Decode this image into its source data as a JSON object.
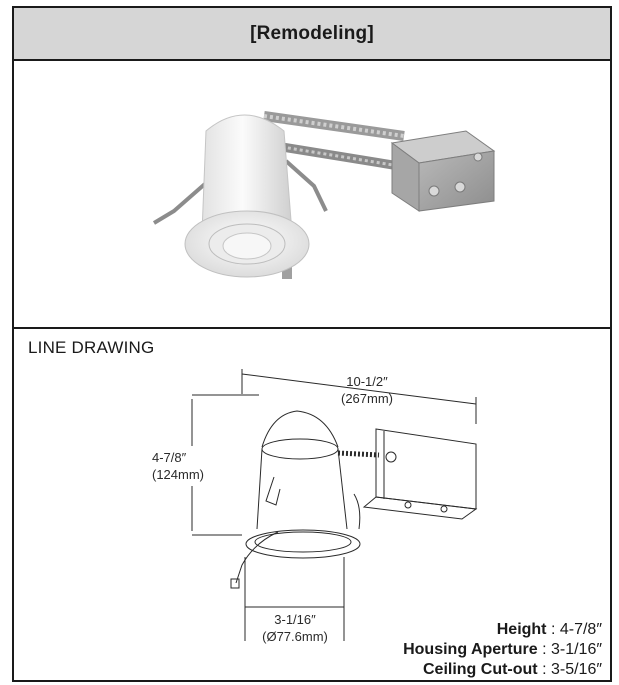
{
  "header": {
    "title": "[Remodeling]"
  },
  "line_drawing": {
    "title": "LINE DRAWING",
    "dimensions": {
      "length": {
        "imperial": "10-1/2″",
        "metric": "(267mm)"
      },
      "height": {
        "imperial": "4-7/8″",
        "metric": "(124mm)"
      },
      "aperture": {
        "imperial": "3-1/16″",
        "metric": "(Ø77.6mm)"
      }
    }
  },
  "specs": [
    {
      "label": "Height",
      "value": "4-7/8″"
    },
    {
      "label": "Housing Aperture",
      "value": "3-1/16″"
    },
    {
      "label": "Ceiling Cut-out",
      "value": "3-5/16″"
    }
  ]
}
